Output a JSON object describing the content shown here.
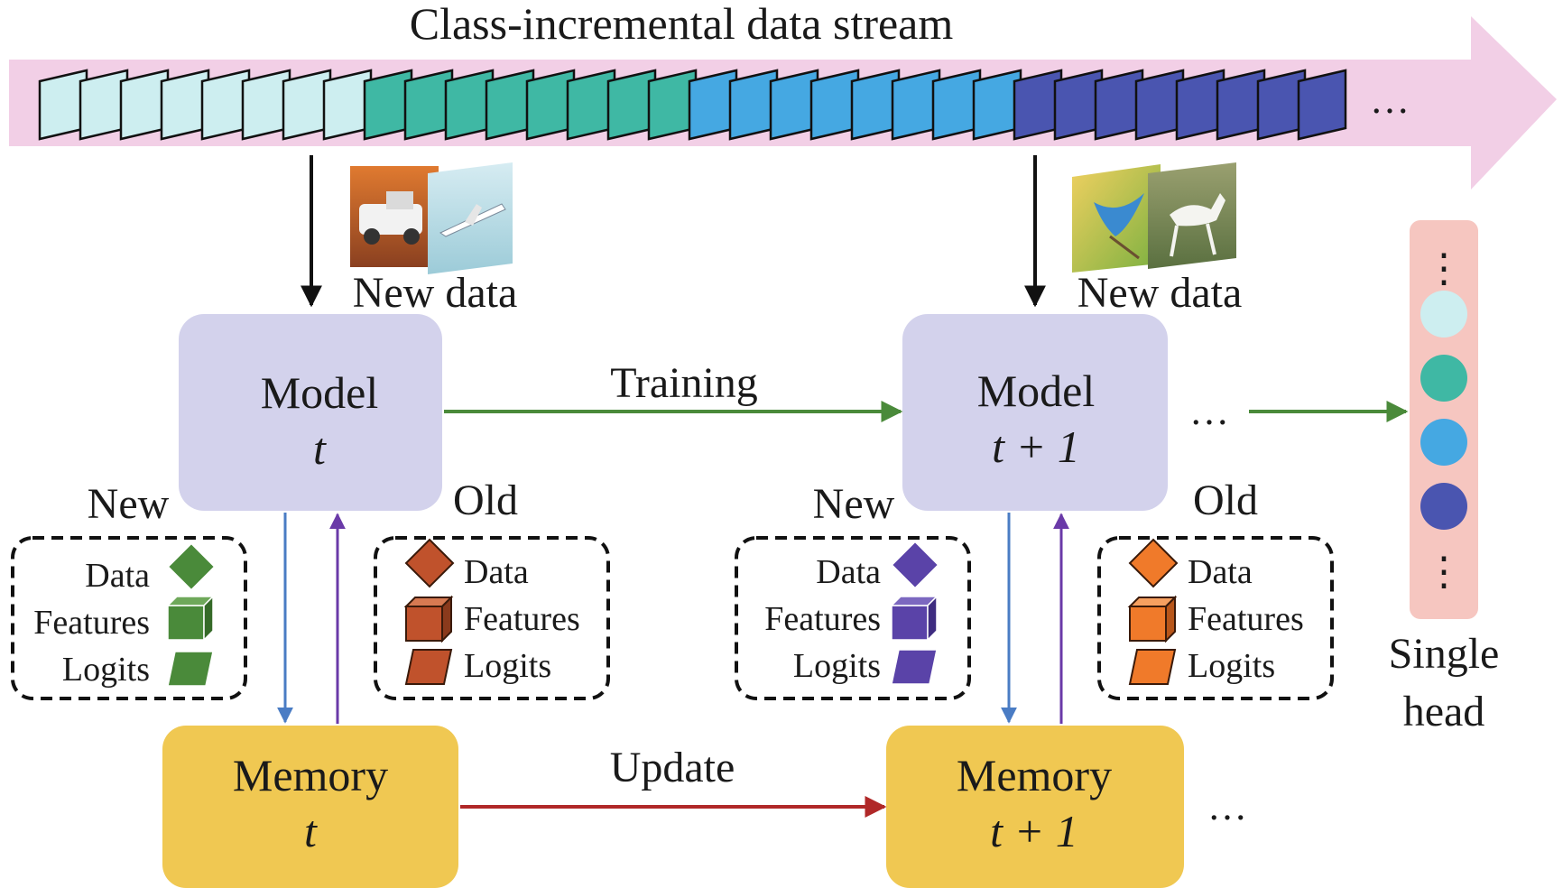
{
  "stream": {
    "title": "Class-incremental data stream",
    "ellipsis": "…",
    "class_colors": [
      "#cdeef0",
      "#3fb8a4",
      "#45a8e2",
      "#4a55b0"
    ]
  },
  "stage_t": {
    "new_data_label": "New data",
    "model_title": "Model",
    "model_step": "t",
    "memory_title": "Memory",
    "memory_step": "t",
    "new_label": "New",
    "old_label": "Old",
    "new_items": [
      "Data",
      "Features",
      "Logits"
    ],
    "old_items": [
      "Data",
      "Features",
      "Logits"
    ],
    "new_color": "#4a8a3a",
    "old_color": "#c0522c"
  },
  "stage_t1": {
    "new_data_label": "New data",
    "model_title": "Model",
    "model_step": "t + 1",
    "memory_title": "Memory",
    "memory_step": "t + 1",
    "new_label": "New",
    "old_label": "Old",
    "new_items": [
      "Data",
      "Features",
      "Logits"
    ],
    "old_items": [
      "Data",
      "Features",
      "Logits"
    ],
    "new_color": "#5a43a8",
    "old_color": "#f07a2a"
  },
  "edges": {
    "training_label": "Training",
    "update_label": "Update",
    "model_ellipsis": "…",
    "memory_ellipsis": "…"
  },
  "head": {
    "label_line1": "Single",
    "label_line2": "head",
    "dots": "⋮",
    "node_colors": [
      "#cdeef0",
      "#3fb8a4",
      "#45a8e2",
      "#4a55b0"
    ]
  },
  "colors": {
    "model_box": "#d3d2ec",
    "memory_box": "#f0c852",
    "stream_band": "#f2cfe6",
    "head_bar": "#f6c6c0",
    "training_arrow": "#4a8a3a",
    "update_arrow": "#b02828",
    "down_arrow": "#4a7cc4",
    "up_arrow": "#6a3aa8"
  }
}
